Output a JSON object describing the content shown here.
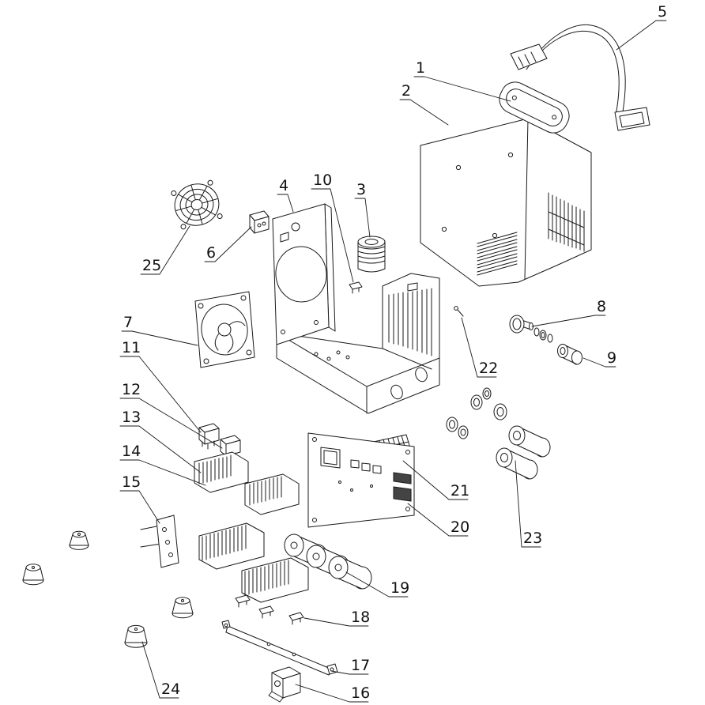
{
  "diagram": {
    "kind": "exploded-parts-diagram",
    "line_color": "#1a1a1a",
    "background_color": "#ffffff"
  },
  "parts": [
    {
      "label": "1"
    },
    {
      "label": "2"
    },
    {
      "label": "3"
    },
    {
      "label": "4"
    },
    {
      "label": "5"
    },
    {
      "label": "6"
    },
    {
      "label": "7"
    },
    {
      "label": "8"
    },
    {
      "label": "9"
    },
    {
      "label": "10"
    },
    {
      "label": "11"
    },
    {
      "label": "12"
    },
    {
      "label": "13"
    },
    {
      "label": "14"
    },
    {
      "label": "15"
    },
    {
      "label": "16"
    },
    {
      "label": "17"
    },
    {
      "label": "18"
    },
    {
      "label": "19"
    },
    {
      "label": "20"
    },
    {
      "label": "21"
    },
    {
      "label": "22"
    },
    {
      "label": "23"
    },
    {
      "label": "24"
    },
    {
      "label": "25"
    }
  ]
}
